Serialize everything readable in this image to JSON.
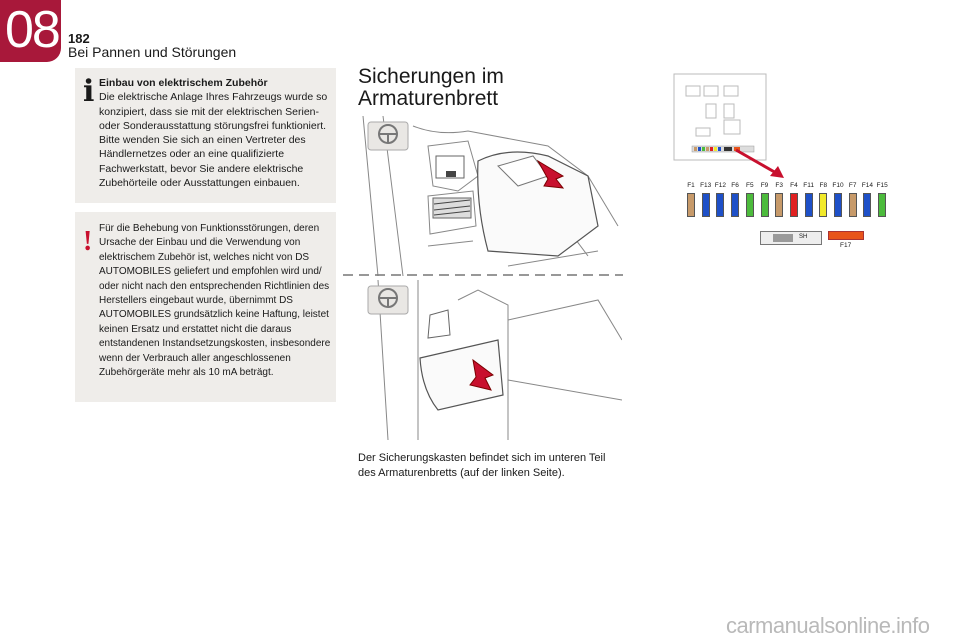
{
  "header": {
    "chapter_number": "08",
    "page_number": "182",
    "chapter_title": "Bei Pannen und Störungen"
  },
  "info_box": {
    "icon": "info-icon",
    "heading": "Einbau von elektrischem Zubehör",
    "body": "Die elektrische Anlage Ihres Fahrzeugs wurde so konzipiert, dass sie mit der elektrischen Serien- oder Sonderausstattung störungsfrei funktioniert. Bitte wenden Sie sich an einen Vertreter des Händlernetzes oder an eine qualifizierte Fachwerkstatt, bevor Sie andere elektrische Zubehörteile oder Ausstattungen einbauen."
  },
  "warning_box": {
    "icon": "warning-icon",
    "body": "Für die Behebung von Funktionsstörungen, deren Ursache der Einbau und die Verwendung von elektrischem Zubehör ist, welches nicht von DS AUTOMOBILES geliefert und empfohlen wird und/ oder nicht nach den entsprechenden Richtlinien des Herstellers eingebaut wurde, übernimmt DS AUTOMOBILES grundsätzlich keine Haftung, leistet keinen Ersatz und erstattet nicht die daraus entstandenen Instandsetzungskosten, insbesondere wenn der Verbrauch aller angeschlossenen Zubehörgeräte mehr als 10 mA beträgt."
  },
  "section": {
    "title_line1": "Sicherungen im",
    "title_line2": "Armaturenbrett",
    "caption": "Der Sicherungskasten befindet sich im unteren Teil des Armaturenbretts (auf der linken Seite)."
  },
  "fuse_diagram": {
    "labels": [
      "F1",
      "F13",
      "F12",
      "F6",
      "F5",
      "F9",
      "F3",
      "F4",
      "F11",
      "F8",
      "F10",
      "F7",
      "F14",
      "F15"
    ],
    "colors": [
      "#c79a6a",
      "#1e50c8",
      "#1e50c8",
      "#1e50c8",
      "#4cbb3c",
      "#4cbb3c",
      "#c79a6a",
      "#e02020",
      "#1e50c8",
      "#f2ea2a",
      "#1e50c8",
      "#c79a6a",
      "#1e50c8",
      "#4cbb3c"
    ],
    "sh_label": "SH",
    "f17_label": "F17",
    "f17_color": "#e8541a"
  },
  "watermark": "carmanualsonline.info"
}
